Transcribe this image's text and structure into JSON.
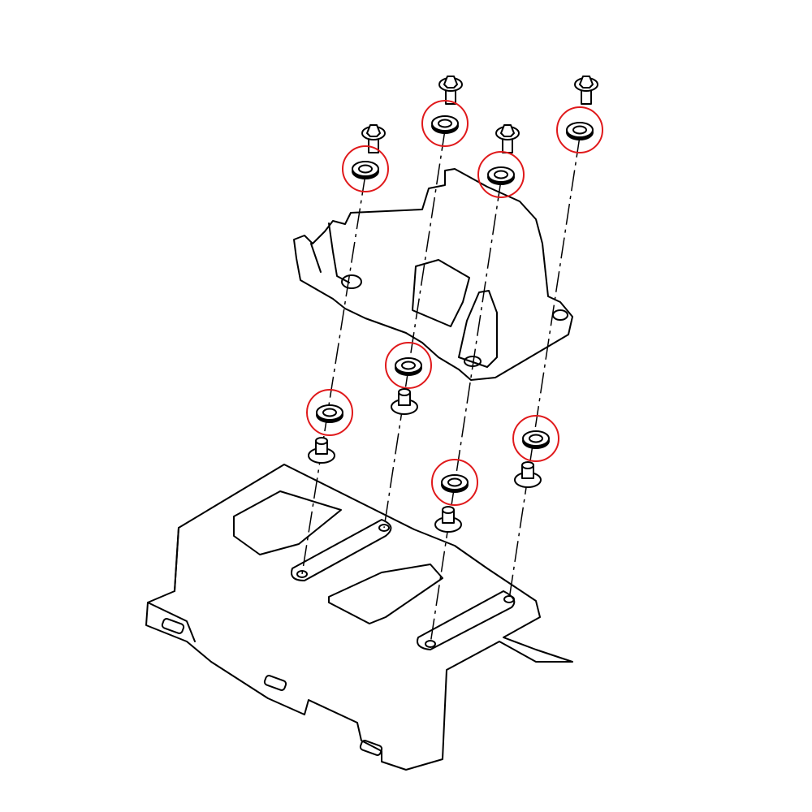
{
  "diagram": {
    "highlight_color": "#e0191b",
    "line_color": "#000000",
    "background": "#ffffff",
    "parts": {
      "bolts": 4,
      "highlighted_washers": 8,
      "grommets": 4
    }
  }
}
